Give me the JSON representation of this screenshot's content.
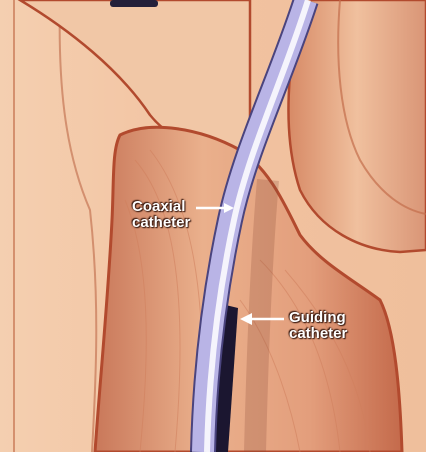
{
  "labels": {
    "coaxial_line1": "Coaxial",
    "coaxial_line2": "catheter",
    "guiding_line1": "Guiding",
    "guiding_line2": "catheter"
  },
  "colors": {
    "tissue_light": "#f6d2b4",
    "tissue_mid": "#eab08c",
    "tissue_dark": "#c86b48",
    "vessel_outline": "#b24a2e",
    "coaxial_catheter": "#b9b4e6",
    "guiding_catheter": "#1b1630"
  }
}
